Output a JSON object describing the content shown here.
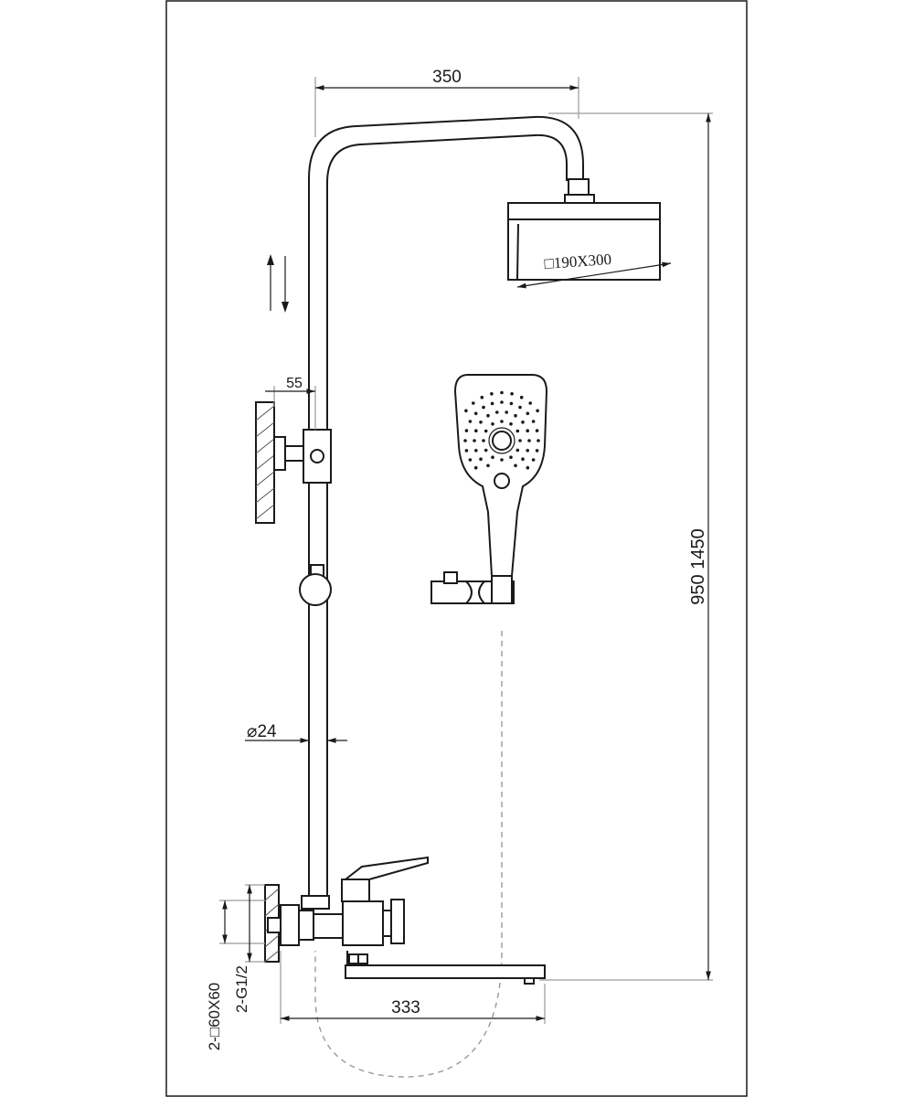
{
  "dimensions": {
    "top_width": "350",
    "head_size": "□190X300",
    "bracket_offset": "55",
    "height": "950 1450",
    "pipe_diameter": "⌀24",
    "spout_length": "333",
    "connection_thread": "2-G1/2",
    "flange_size": "2-□60X60"
  },
  "colors": {
    "line": "#1a1a1a",
    "dimension_line": "#9a9a9a",
    "background": "#ffffff"
  }
}
